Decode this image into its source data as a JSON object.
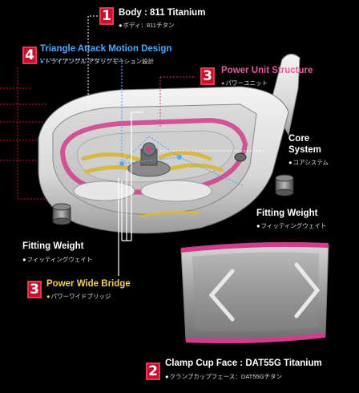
{
  "labels": {
    "body": {
      "number": "1",
      "title": "Body : 811 Titanium",
      "sub": "ボディ：811チタン"
    },
    "clamp_cup": {
      "number": "2",
      "title": "Clamp Cup Face : DAT55G Titanium",
      "sub": "クランプカップフェース：DAT55Gチタン"
    },
    "power_unit": {
      "number": "3",
      "title": "Power Unit Structure",
      "sub": "パワーユニット"
    },
    "power_bridge": {
      "number": "3",
      "title": "Power Wide Bridge",
      "sub": "パワーワイドブリッジ"
    },
    "triangle": {
      "number": "4",
      "title": "Triangle Attack Motion Design",
      "sub": "トライアングル アタックモーション設計"
    },
    "core": {
      "title_line1": "Core",
      "title_line2": "System",
      "sub": "コアシステム"
    },
    "fitting_right": {
      "title": "Fitting Weight",
      "sub": "フィッティングウェイト"
    },
    "fitting_left": {
      "title": "Fitting Weight",
      "sub": "フィッティングウェイト"
    }
  },
  "colors": {
    "badge": "#c8102e",
    "triangle_title": "#4fa8ff",
    "power_unit_title": "#e85aa0",
    "power_bridge_title": "#f0d060",
    "pink_accent": "#d23c8c",
    "gold_accent": "#d8b840"
  }
}
